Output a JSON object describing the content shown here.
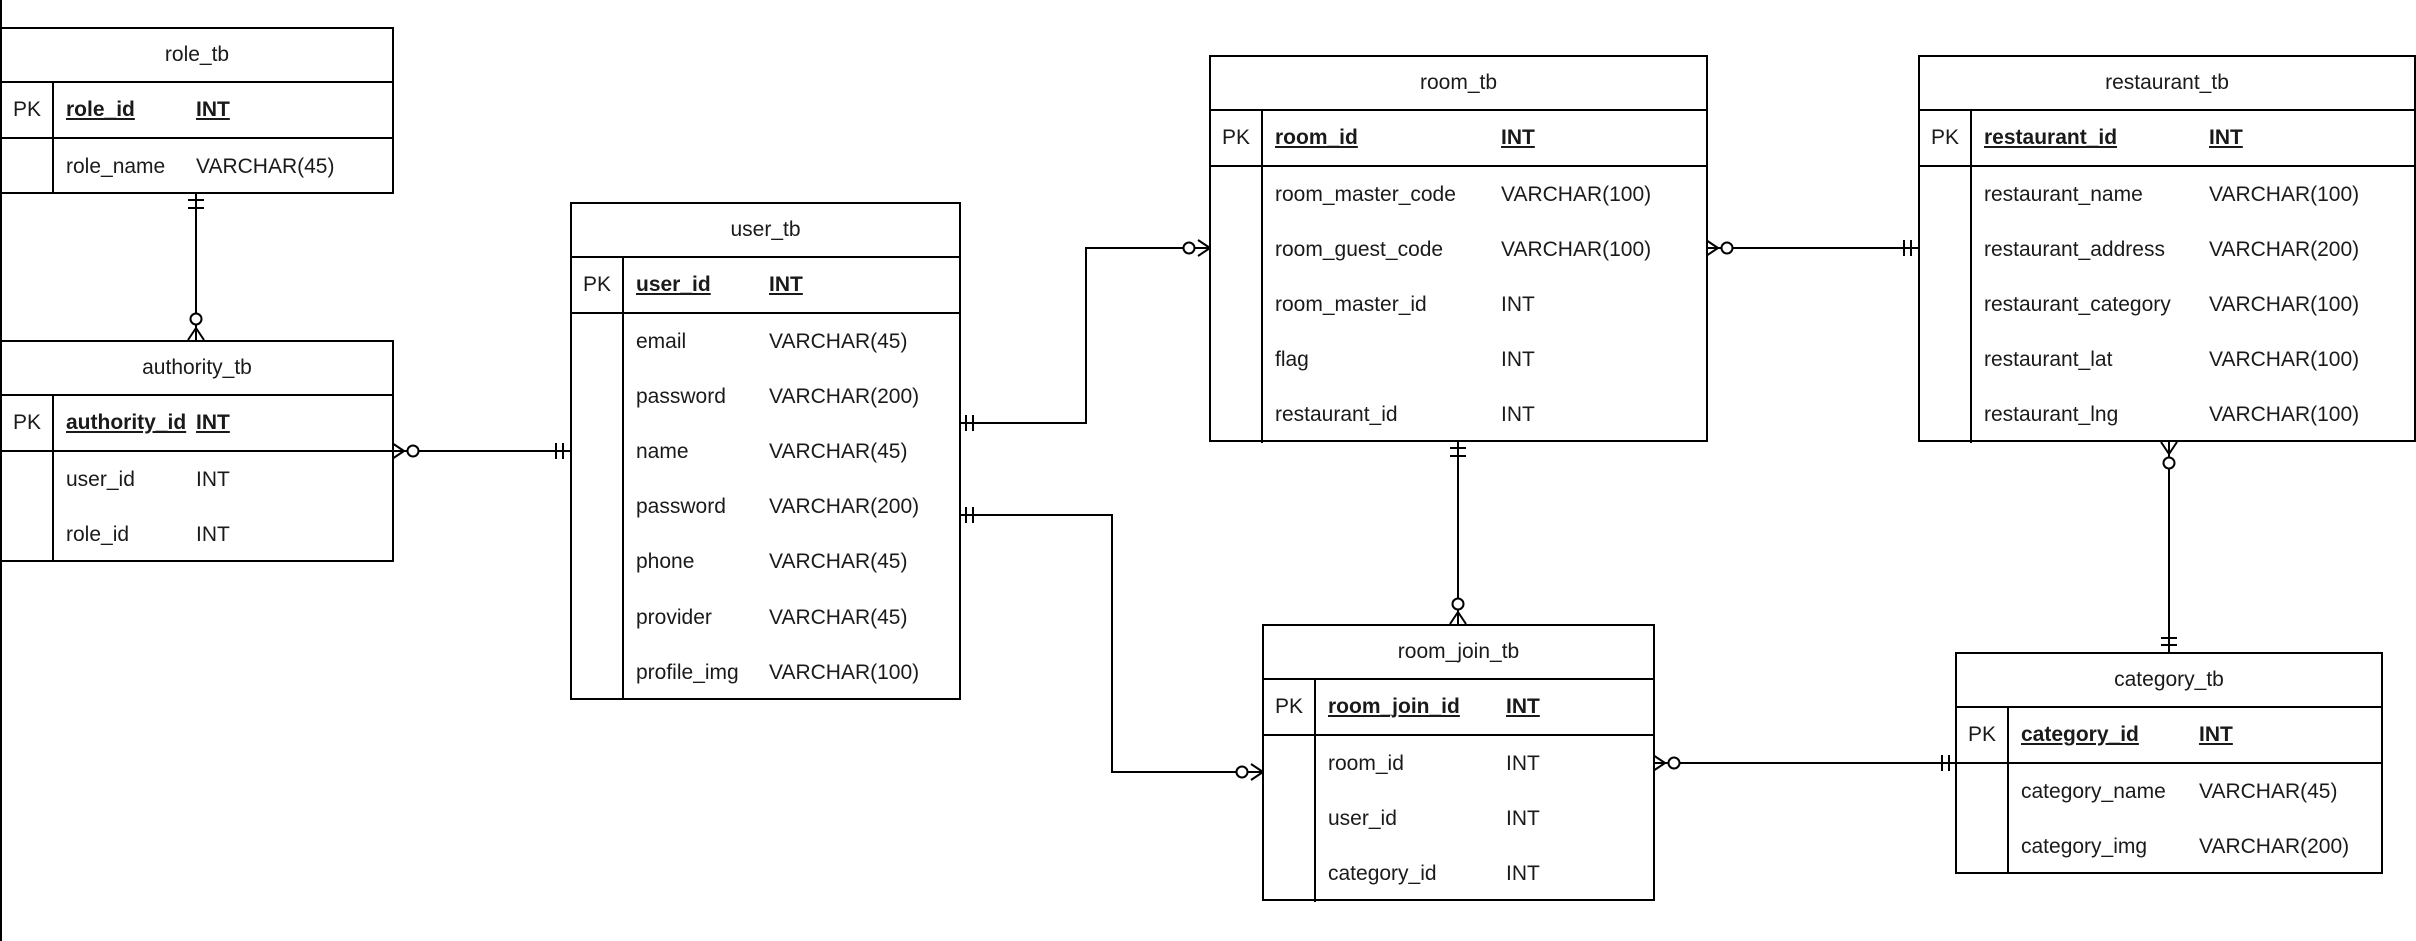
{
  "entities": {
    "role_tb": {
      "title": "role_tb",
      "pk": {
        "label": "PK",
        "name": "role_id",
        "type": "INT"
      },
      "columns": [
        {
          "name": "role_name",
          "type": "VARCHAR(45)"
        }
      ]
    },
    "authority_tb": {
      "title": "authority_tb",
      "pk": {
        "label": "PK",
        "name": "authority_id",
        "type": "INT"
      },
      "columns": [
        {
          "name": "user_id",
          "type": "INT"
        },
        {
          "name": "role_id",
          "type": "INT"
        }
      ]
    },
    "user_tb": {
      "title": "user_tb",
      "pk": {
        "label": "PK",
        "name": "user_id",
        "type": "INT"
      },
      "columns": [
        {
          "name": "email",
          "type": "VARCHAR(45)"
        },
        {
          "name": "password",
          "type": "VARCHAR(200)"
        },
        {
          "name": "name",
          "type": "VARCHAR(45)"
        },
        {
          "name": "password",
          "type": "VARCHAR(200)"
        },
        {
          "name": "phone",
          "type": "VARCHAR(45)"
        },
        {
          "name": "provider",
          "type": "VARCHAR(45)"
        },
        {
          "name": "profile_img",
          "type": "VARCHAR(100)"
        }
      ]
    },
    "room_tb": {
      "title": "room_tb",
      "pk": {
        "label": "PK",
        "name": "room_id",
        "type": "INT"
      },
      "columns": [
        {
          "name": "room_master_code",
          "type": "VARCHAR(100)"
        },
        {
          "name": "room_guest_code",
          "type": "VARCHAR(100)"
        },
        {
          "name": "room_master_id",
          "type": "INT"
        },
        {
          "name": "flag",
          "type": "INT"
        },
        {
          "name": "restaurant_id",
          "type": "INT"
        }
      ]
    },
    "restaurant_tb": {
      "title": "restaurant_tb",
      "pk": {
        "label": "PK",
        "name": "restaurant_id",
        "type": "INT"
      },
      "columns": [
        {
          "name": "restaurant_name",
          "type": "VARCHAR(100)"
        },
        {
          "name": "restaurant_address",
          "type": "VARCHAR(200)"
        },
        {
          "name": "restaurant_category",
          "type": "VARCHAR(100)"
        },
        {
          "name": "restaurant_lat",
          "type": "VARCHAR(100)"
        },
        {
          "name": "restaurant_lng",
          "type": "VARCHAR(100)"
        }
      ]
    },
    "room_join_tb": {
      "title": "room_join_tb",
      "pk": {
        "label": "PK",
        "name": "room_join_id",
        "type": "INT"
      },
      "columns": [
        {
          "name": "room_id",
          "type": "INT"
        },
        {
          "name": "user_id",
          "type": "INT"
        },
        {
          "name": "category_id",
          "type": "INT"
        }
      ]
    },
    "category_tb": {
      "title": "category_tb",
      "pk": {
        "label": "PK",
        "name": "category_id",
        "type": "INT"
      },
      "columns": [
        {
          "name": "category_name",
          "type": "VARCHAR(45)"
        },
        {
          "name": "category_img",
          "type": "VARCHAR(200)"
        }
      ]
    }
  }
}
